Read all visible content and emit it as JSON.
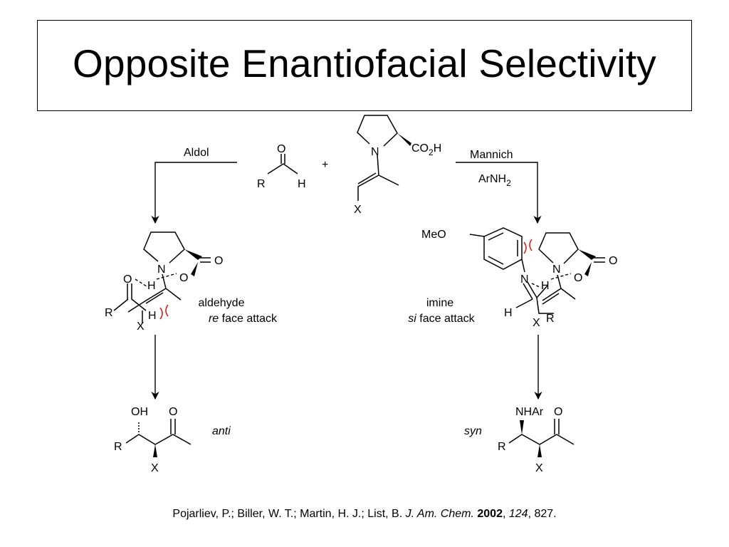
{
  "title": "Opposite Enantiofacial Selectivity",
  "reagents": {
    "aldehyde": {
      "O": "O",
      "R": "R",
      "H": "H"
    },
    "plus": "+",
    "enamine": {
      "N": "N",
      "acid_CO": "CO",
      "acid_sub": "2",
      "acid_H": "H",
      "X": "X"
    }
  },
  "left_arrow": {
    "label": "Aldol"
  },
  "right_arrow": {
    "label": "Mannich",
    "reagent_main": "ArNH",
    "reagent_sub": "2"
  },
  "left_ts": {
    "atoms": {
      "N": "N",
      "O_ring": "O",
      "O_carbonyl": "O",
      "H_bridge": "H",
      "O_ald": "O",
      "R": "R",
      "X": "X",
      "H_vinyl": "H"
    },
    "caption_line1": "aldehyde",
    "caption_face": "re",
    "caption_rest": " face attack"
  },
  "right_ts": {
    "atoms": {
      "MeO": "MeO",
      "N_imine": "N",
      "N_ring": "N",
      "O_ring": "O",
      "O_carbonyl": "O",
      "H_bridge": "H",
      "H_imine": "H",
      "X": "X",
      "R": "R"
    },
    "caption_line1": "imine",
    "caption_face": "si",
    "caption_rest": " face attack"
  },
  "left_product": {
    "OH": "OH",
    "O": "O",
    "R": "R",
    "X": "X",
    "stereo": "anti"
  },
  "right_product": {
    "NHAr": "NHAr",
    "O": "O",
    "R": "R",
    "X": "X",
    "stereo": "syn"
  },
  "citation": {
    "authors": "Pojarliev, P.; Biller, W. T.; Martin, H. J.; List, B. ",
    "journal": "J. Am. Chem.",
    "year": "2002",
    "volume": "124",
    "pages": ", 827."
  }
}
